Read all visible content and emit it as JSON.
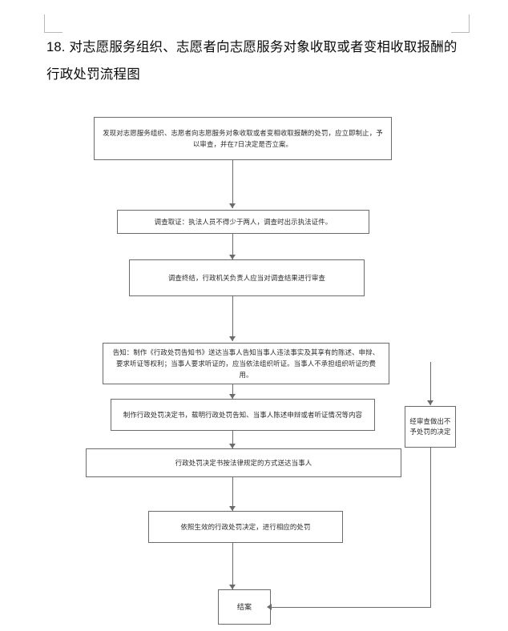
{
  "document": {
    "title": "18. 对志愿服务组织、志愿者向志愿服务对象收取或者变相收取报酬的行政处罚流程图"
  },
  "flowchart": {
    "type": "flowchart",
    "orientation": "top-to-bottom",
    "nodes": [
      {
        "id": "n1",
        "label": "发现对志愿服务组织、志愿者向志愿服务对象收取或者变相收取报酬的处罚，应立即制止，予以审查，并在7日决定是否立案。",
        "shape": "rectangle"
      },
      {
        "id": "n2",
        "label": "调查取证：执法人员不得少于两人，调查时出示执法证件。",
        "shape": "rectangle"
      },
      {
        "id": "n3",
        "label": "调查终结，行政机关负责人应当对调查结果进行审查",
        "shape": "rectangle"
      },
      {
        "id": "n4",
        "label": "告知：制作《行政处罚告知书》送达当事人告知当事人违法事实及其享有的陈述、申辩、要求听证等权利；当事人要求听证的，应当依法组织听证。当事人不承担组织听证的费用。",
        "shape": "rectangle"
      },
      {
        "id": "n5",
        "label": "制作行政处罚决定书，载明行政处罚告知、当事人陈述申辩或者听证情况等内容",
        "shape": "rectangle"
      },
      {
        "id": "n6",
        "label": "经审查做出不予处罚的决定",
        "shape": "rectangle"
      },
      {
        "id": "n7",
        "label": "行政处罚决定书按法律规定的方式送达当事人",
        "shape": "rectangle"
      },
      {
        "id": "n8",
        "label": "依照生效的行政处罚决定，进行相应的处罚",
        "shape": "rectangle"
      },
      {
        "id": "n9",
        "label": "结案",
        "shape": "rectangle"
      }
    ],
    "edges": [
      {
        "from": "n1",
        "to": "n2",
        "arrow": "down"
      },
      {
        "from": "n2",
        "to": "n3",
        "arrow": "down"
      },
      {
        "from": "n3",
        "to": "n4",
        "arrow": "down"
      },
      {
        "from": "n4",
        "to": "n5",
        "arrow": "down"
      },
      {
        "from": "n4",
        "to": "n6",
        "arrow": "down"
      },
      {
        "from": "n5",
        "to": "n7",
        "arrow": "down"
      },
      {
        "from": "n7",
        "to": "n8",
        "arrow": "down"
      },
      {
        "from": "n8",
        "to": "n9",
        "arrow": "down"
      },
      {
        "from": "n6",
        "to": "n9",
        "arrow": "left"
      }
    ]
  },
  "colors": {
    "box_border": "#6b6b6b",
    "connector": "#6b6b6b",
    "text": "#2b2b2b",
    "title_text": "#0a0a0a",
    "crop_mark": "#b9b9b9",
    "background": "#ffffff"
  }
}
